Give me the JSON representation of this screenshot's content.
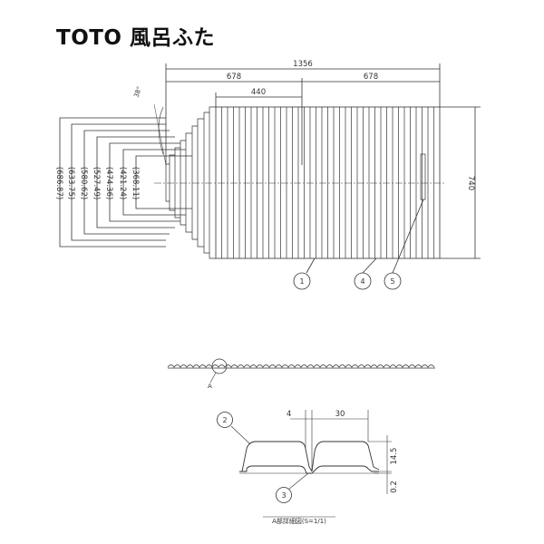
{
  "title": "TOTO 風呂ふた",
  "plan_view": {
    "top_dimensions": {
      "overall": "1356",
      "left_half": "678",
      "right_half": "678",
      "inner": "440"
    },
    "angle_label": "38°",
    "height_dimension": "740",
    "left_dimensions": [
      "(686.87)",
      "(633.75)",
      "(580.62)",
      "(527.49)",
      "(474.36)",
      "(421.24)",
      "(368.11)"
    ],
    "callouts": [
      "1",
      "4",
      "5"
    ]
  },
  "section_view": {
    "detail_marker": "A"
  },
  "detail_view": {
    "callouts": [
      "2",
      "3"
    ],
    "dimensions": {
      "gap": "4",
      "pitch": "30",
      "height": "14.5",
      "base": "0.2"
    },
    "caption": "A部詳細図(S=1/1)"
  },
  "colors": {
    "line": "#333333",
    "background": "#ffffff"
  }
}
